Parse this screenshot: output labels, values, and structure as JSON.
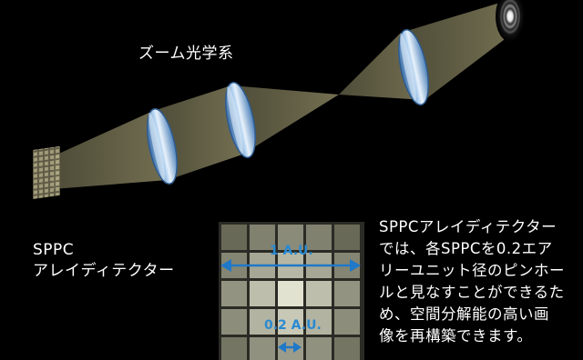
{
  "title": "ズーム光学系",
  "detector_label_line1": "SPPC",
  "detector_label_line2": "アレイディテクター",
  "description_lines": [
    "SPPCアレイディテクター",
    "では、各SPPCを0.2エア",
    "リーユニット径のピンホー",
    "ルと見なすことができるた",
    "め、空間分解能の高い画",
    "像を再構築できます。"
  ],
  "au_label_large": "1 A.U.",
  "au_label_small": "0.2 A.U.",
  "colors": {
    "background": "#000000",
    "beam": "#8c8660",
    "lens": "#7fb0e0",
    "arrow": "#1f78c8",
    "grid_cell": "#bdbcae"
  }
}
